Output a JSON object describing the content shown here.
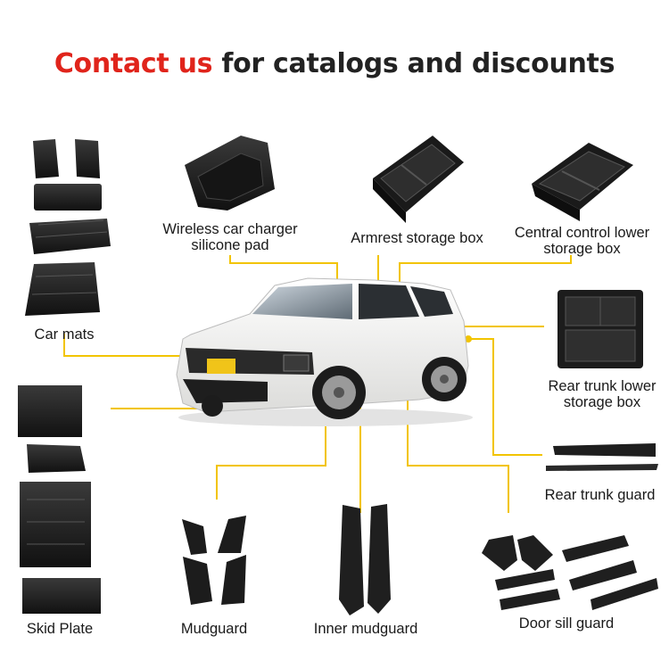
{
  "headline": {
    "highlight": "Contact us",
    "rest": " for catalogs and discounts"
  },
  "labels": {
    "wireless_1": "Wireless car charger",
    "wireless_2": "silicone pad",
    "armrest": "Armrest storage box",
    "central_1": "Central control lower",
    "central_2": "storage box",
    "car_mats": "Car mats",
    "rear_trunk_lower_1": "Rear trunk lower",
    "rear_trunk_lower_2": "storage box",
    "rear_trunk_guard": "Rear trunk guard",
    "skid_plate": "Skid Plate",
    "mudguard": "Mudguard",
    "inner_mudguard": "Inner mudguard",
    "door_sill_guard": "Door sill guard"
  },
  "colors": {
    "accent": "#e0241b",
    "text": "#222222",
    "leader": "#f2c400",
    "product": "#1c1c1c",
    "car_body": "#f3f3f1"
  }
}
